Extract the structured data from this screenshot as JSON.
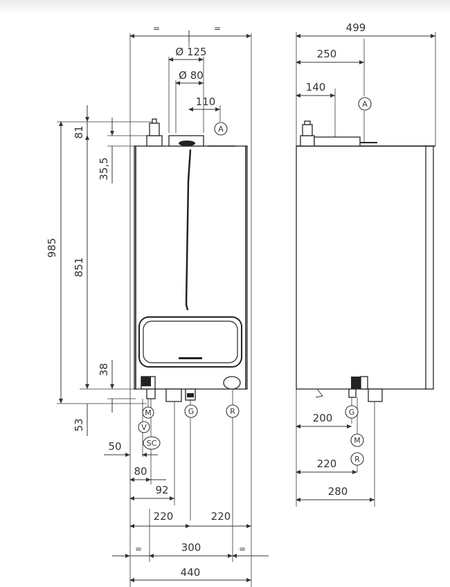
{
  "front": {
    "top_equal_left": "=",
    "top_equal_right": "=",
    "d_flue_outer": "Ø 125",
    "d_flue_inner": "Ø 80",
    "d_flue_offset": "110",
    "h_flue_top": "81",
    "h_flue_base": "35,5",
    "h_total": "985",
    "h_casing": "851",
    "h_bottom_conn": "38",
    "h_pipe_drop": "53",
    "w_sc_offset": "50",
    "w_v_offset": "80",
    "w_m_offset": "92",
    "w_g_pos": "220",
    "w_r_pos": "220",
    "w_bracket_mid": "300",
    "bottom_equal_left": "=",
    "bottom_equal_right": "=",
    "w_total": "440"
  },
  "side": {
    "d_total": "499",
    "d_flue_a": "250",
    "d_flue_center": "140",
    "d_g_conn": "200",
    "d_m_r_conn": "220",
    "d_bottom_conn": "280"
  },
  "labels": {
    "flue_front": "A",
    "flue_side": "A",
    "m": "M",
    "v": "V",
    "sc": "SC",
    "g": "G",
    "r": "R",
    "g_side": "G",
    "m_side": "M",
    "r_side": "R"
  }
}
